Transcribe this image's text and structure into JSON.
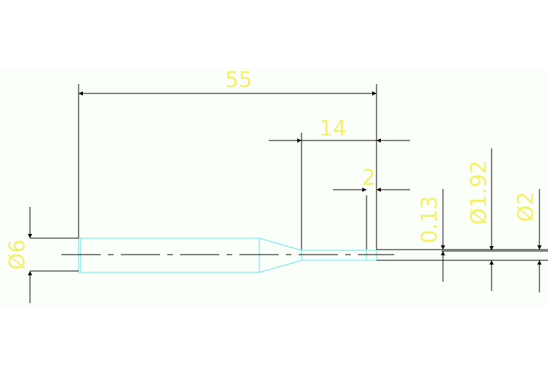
{
  "colors": {
    "background": "#fbfff9",
    "dimension_text": "#f3f06a",
    "dimension_line": "#000000",
    "part_outline": "#56e9ee"
  },
  "dimensions": {
    "overall_length": "55",
    "tip_length": "14",
    "end_length": "2",
    "small_gap": "0.13",
    "shank_diameter": "Ø6",
    "tip_diameter": "Ø1.92",
    "end_diameter": "Ø2"
  }
}
